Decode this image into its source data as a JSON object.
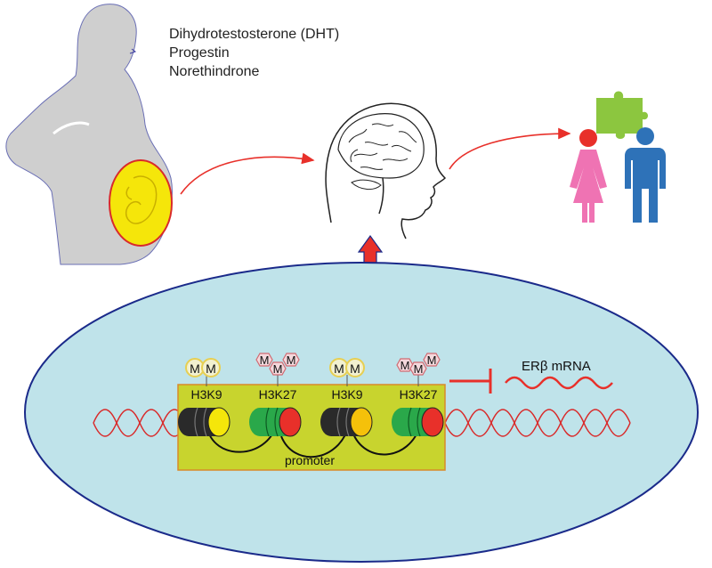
{
  "hormones": [
    "Dihydrotestosterone (DHT)",
    "Progestin",
    "Norethindrone"
  ],
  "histone_marks": [
    {
      "label": "H3K9",
      "methyl_groups": [
        "M",
        "M"
      ]
    },
    {
      "label": "H3K27",
      "methyl_groups": [
        "M",
        "M",
        "M"
      ]
    },
    {
      "label": "H3K9",
      "methyl_groups": [
        "M",
        "M"
      ]
    },
    {
      "label": "H3K27",
      "methyl_groups": [
        "M",
        "M",
        "M"
      ]
    }
  ],
  "promoter_label": "promoter",
  "mrna_label": "ERβ mRNA",
  "colors": {
    "cell": "#bfe3ea",
    "cell_border": "#1a2a8a",
    "promoter_box": "#c8d42e",
    "fetus": "#f5e60a",
    "silhouette": "#cfcfcf",
    "arrow": "#e8302a",
    "female": "#ef73b3",
    "male": "#2e72b8",
    "puzzle": "#8cc63f"
  }
}
